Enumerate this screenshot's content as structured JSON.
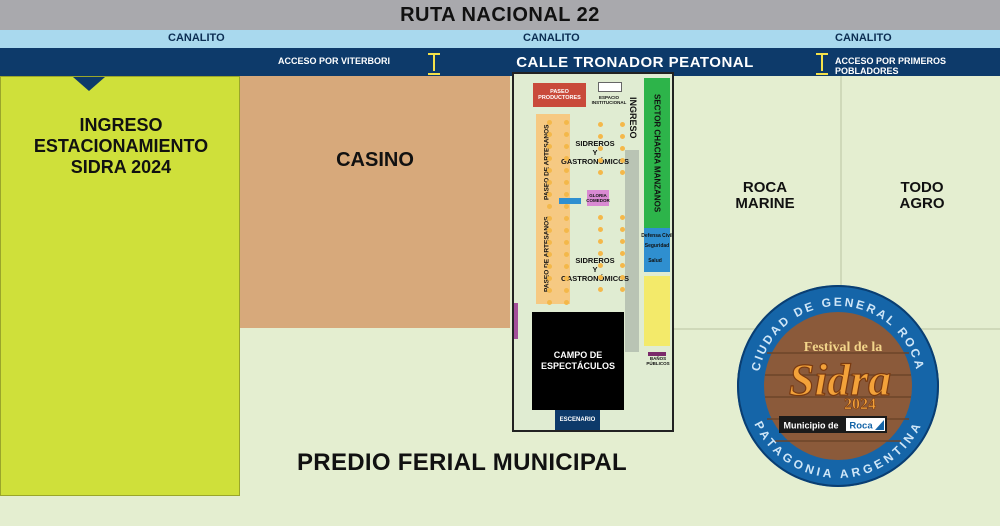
{
  "roads": {
    "ruta": "RUTA NACIONAL 22",
    "canalito": [
      "CANALITO",
      "CANALITO",
      "CANALITO"
    ],
    "calle": "CALLE TRONADOR PEATONAL",
    "acceso_left": "ACCESO POR VITERBORI",
    "acceso_right": "ACCESO POR PRIMEROS POBLADORES"
  },
  "areas": {
    "parking": [
      "INGRESO",
      "ESTACIONAMIENTO",
      "SIDRA 2024"
    ],
    "casino": "CASINO",
    "roca_marine": [
      "ROCA",
      "MARINE"
    ],
    "todo_agro": [
      "TODO",
      "AGRO"
    ],
    "predio": "PREDIO FERIAL MUNICIPAL"
  },
  "venue": {
    "paseo_productores": "PASEO PRODUCTORES",
    "espacio_institucional": "ESPACIO INSTITUCIONAL",
    "ingreso": "INGRESO",
    "sector_chacra": "SECTOR CHACRA MANZANOS",
    "paseo_artesanos": "PASEO DE ARTESANOS",
    "sidreros": [
      "SIDREROS",
      "Y",
      "GASTRONÓMICOS"
    ],
    "gloria_comedor": [
      "GLORIA",
      "COMEDOR"
    ],
    "defensa_civil": "Defensa Civil",
    "seguridad": "Seguridad",
    "salud": "Salud",
    "campo": [
      "CAMPO DE",
      "ESPECTÁCULOS"
    ],
    "escenario": "ESCENARIO",
    "banos": "BAÑOS PÚBLICOS"
  },
  "logo": {
    "ring_top": "CIUDAD DE GENERAL ROCA",
    "ring_bottom": "PATAGONIA ARGENTINA",
    "festival": "Festival de la",
    "sidra": "Sidra",
    "year": "2024",
    "municipio": "Municipio de",
    "roca": "Roca"
  },
  "colors": {
    "road": "#a9a9ad",
    "canal": "#a9d9ee",
    "street": "#0d3a6a",
    "parking": "#cfe03a",
    "casino": "#d7a97b",
    "ground": "#e4eed0",
    "sector_green": "#2db44a"
  }
}
